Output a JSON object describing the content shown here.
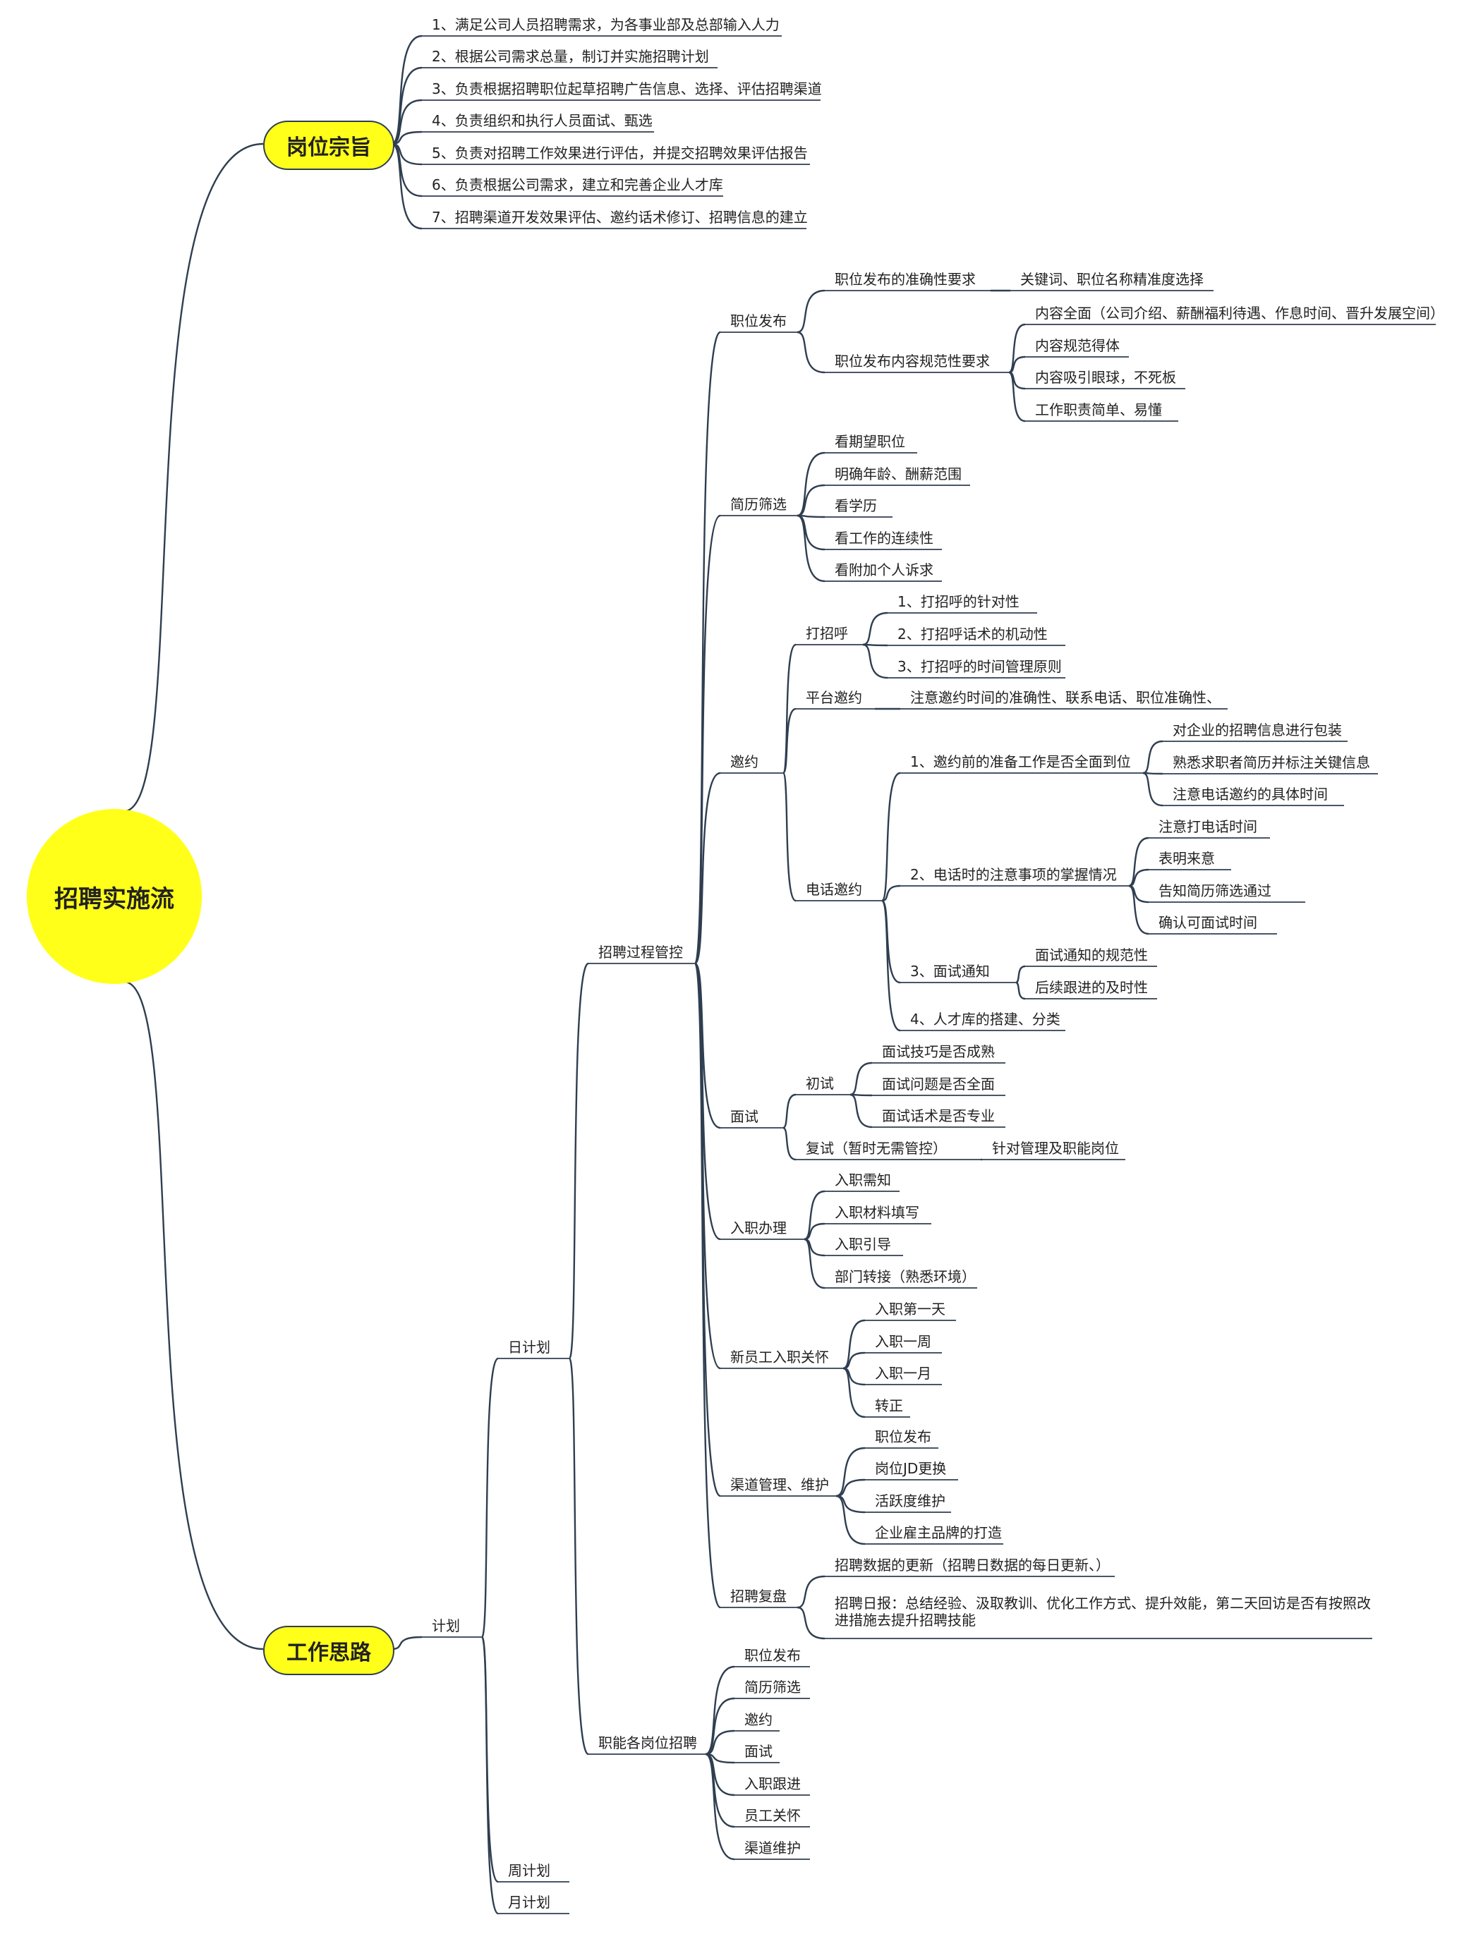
{
  "root": {
    "label": "招聘实施流"
  },
  "branch_purpose": {
    "label": "岗位宗旨",
    "items": [
      "1、满足公司人员招聘需求，为各事业部及总部输入人力",
      "2、根据公司需求总量，制订并实施招聘计划",
      "3、负责根据招聘职位起草招聘广告信息、选择、评估招聘渠道",
      "4、负责组织和执行人员面试、甄选",
      "5、负责对招聘工作效果进行评估，并提交招聘效果评估报告",
      "6、负责根据公司需求，建立和完善企业人才库",
      "7、招聘渠道开发效果评估、邀约话术修订、招聘信息的建立"
    ]
  },
  "branch_work": {
    "label": "工作思路",
    "plan": "计划",
    "daily": "日计划",
    "weekly": "周计划",
    "monthly": "月计划",
    "process": "招聘过程管控",
    "publish": {
      "label": "职位发布",
      "accuracy": "职位发布的准确性要求",
      "accuracy_item": "关键词、职位名称精准度选择",
      "standard": "职位发布内容规范性要求",
      "standard_items": [
        "内容全面（公司介绍、薪酬福利待遇、作息时间、晋升发展空间）",
        "内容规范得体",
        "内容吸引眼球，不死板",
        "工作职责简单、易懂"
      ]
    },
    "screening": {
      "label": "简历筛选",
      "items": [
        "看期望职位",
        "明确年龄、酬薪范围",
        "看学历",
        "看工作的连续性",
        "看附加个人诉求"
      ]
    },
    "invite": {
      "label": "邀约",
      "greet": "打招呼",
      "greet_items": [
        "1、打招呼的针对性",
        "2、打招呼话术的机动性",
        "3、打招呼的时间管理原则"
      ],
      "platform": "平台邀约",
      "platform_item": "注意邀约时间的准确性、联系电话、职位准确性、",
      "phone": "电话邀约",
      "prep": "1、邀约前的准备工作是否全面到位",
      "prep_items": [
        "对企业的招聘信息进行包装",
        "熟悉求职者简历并标注关键信息",
        "注意电话邀约的具体时间"
      ],
      "call": "2、电话时的注意事项的掌握情况",
      "call_items": [
        "注意打电话时间",
        "表明来意",
        "告知简历筛选通过",
        "确认可面试时间"
      ],
      "notice": "3、面试通知",
      "notice_items": [
        "面试通知的规范性",
        "后续跟进的及时性"
      ],
      "talent": "4、人才库的搭建、分类"
    },
    "interview": {
      "label": "面试",
      "first": "初试",
      "first_items": [
        "面试技巧是否成熟",
        "面试问题是否全面",
        "面试话术是否专业"
      ],
      "second": "复试（暂时无需管控）",
      "second_item": "针对管理及职能岗位"
    },
    "onboard": {
      "label": "入职办理",
      "items": [
        "入职需知",
        "入职材料填写",
        "入职引导",
        "部门转接（熟悉环境）"
      ]
    },
    "care": {
      "label": "新员工入职关怀",
      "items": [
        "入职第一天",
        "入职一周",
        "入职一月",
        "转正"
      ]
    },
    "channel": {
      "label": "渠道管理、维护",
      "items": [
        "职位发布",
        "岗位JD更换",
        "活跃度维护",
        "企业雇主品牌的打造"
      ]
    },
    "review": {
      "label": "招聘复盘",
      "items": [
        "招聘数据的更新（招聘日数据的每日更新、）",
        "招聘日报：总结经验、汲取教训、优化工作方式、提升效能，第二天回访是否有按照改进措施去提升招聘技能"
      ]
    },
    "functional": {
      "label": "职能各岗位招聘",
      "items": [
        "职位发布",
        "简历筛选",
        "邀约",
        "面试",
        "入职跟进",
        "员工关怀",
        "渠道维护"
      ]
    }
  }
}
